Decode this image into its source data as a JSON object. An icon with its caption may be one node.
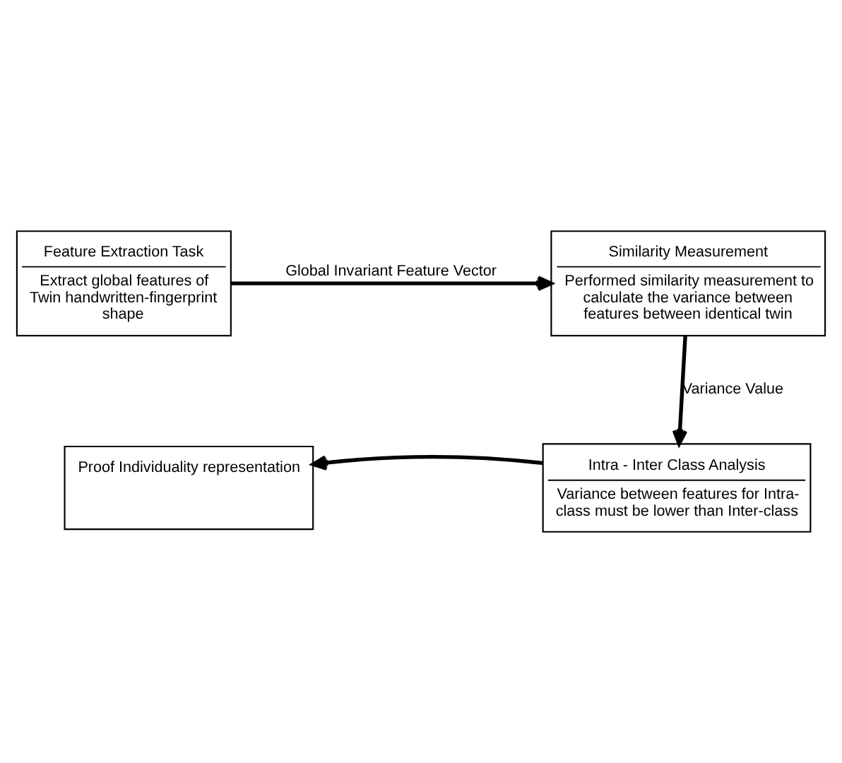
{
  "diagram": {
    "nodes": [
      {
        "text": [
          "Feature Extraction Task",
          "Extract global features of Twin handwritten-fingerprint shape"
        ]
      },
      {
        "text": [
          "Similarity Measurement",
          "Performed similarity measurement to calculate the variance between features between identical twin"
        ]
      },
      {
        "text": [
          "Intra - Inter Class Analysis",
          "Variance between features for Intra-class must be lower than Inter-class"
        ]
      },
      {
        "text": [
          "Proof Individuality representation"
        ]
      }
    ],
    "edges": [
      {
        "from": 0,
        "to": 1,
        "arrow": "to",
        "label": "Global Invariant Feature Vector"
      },
      {
        "from": 1,
        "to": 2,
        "arrow": "to",
        "label": "Variance Value"
      },
      {
        "from": 2,
        "to": 3,
        "arrow": "to"
      }
    ]
  }
}
